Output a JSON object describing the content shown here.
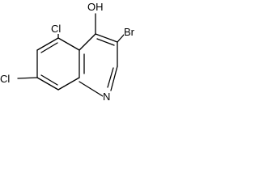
{
  "molecule": {
    "atoms": {
      "hydroxyl": "OH",
      "bromine": "Br",
      "chlorine_5": "Cl",
      "chlorine_7": "Cl",
      "nitrogen": "N"
    }
  }
}
